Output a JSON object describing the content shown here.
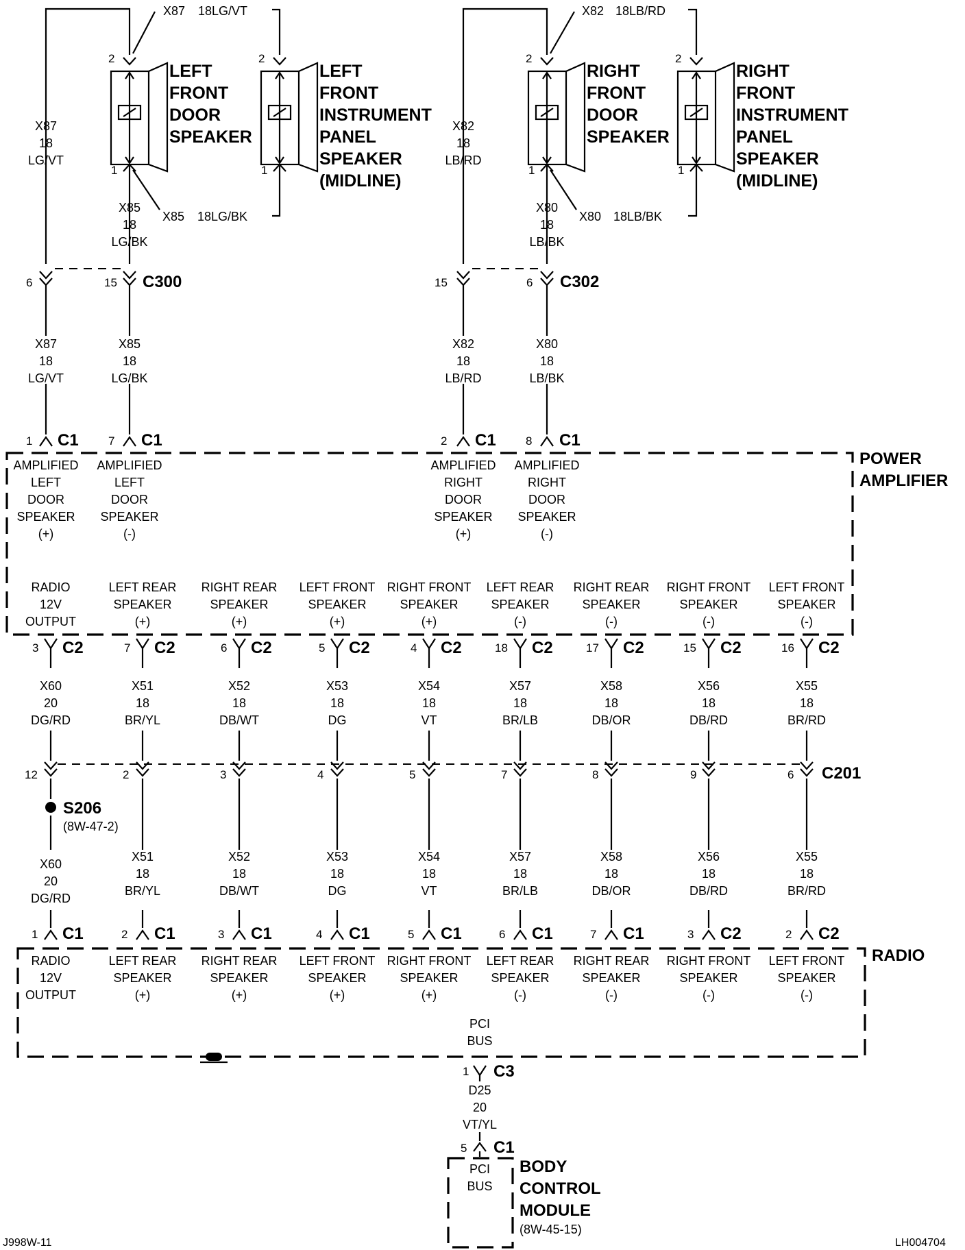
{
  "speakers": {
    "lf_door": [
      "LEFT",
      "FRONT",
      "DOOR",
      "SPEAKER"
    ],
    "lf_ip": [
      "LEFT",
      "FRONT",
      "INSTRUMENT",
      "PANEL",
      "SPEAKER",
      "(MIDLINE)"
    ],
    "rf_door": [
      "RIGHT",
      "FRONT",
      "DOOR",
      "SPEAKER"
    ],
    "rf_ip": [
      "RIGHT",
      "FRONT",
      "INSTRUMENT",
      "PANEL",
      "SPEAKER",
      "(MIDLINE)"
    ]
  },
  "pins_top": {
    "p2": "2",
    "p1": "1"
  },
  "top_callouts": {
    "x87": "X87",
    "x87_full": "18LG/VT",
    "x85": "X85",
    "x85_full": "18LG/BK",
    "x82": "X82",
    "x82_full": "18LB/RD",
    "x80": "X80",
    "x80_full": "18LB/BK"
  },
  "upper_wires": {
    "w1": [
      "X87",
      "18",
      "LG/VT"
    ],
    "w2": [
      "X85",
      "18",
      "LG/BK"
    ],
    "w3": [
      "X82",
      "18",
      "LB/RD"
    ],
    "w4": [
      "X80",
      "18",
      "LB/BK"
    ]
  },
  "mid_wires": {
    "w1": [
      "X87",
      "18",
      "LG/VT"
    ],
    "w2": [
      "X85",
      "18",
      "LG/BK"
    ],
    "w3": [
      "X82",
      "18",
      "LB/RD"
    ],
    "w4": [
      "X80",
      "18",
      "LB/BK"
    ]
  },
  "inline_connectors": {
    "c300": {
      "name": "C300",
      "pin_a": "6",
      "pin_b": "15"
    },
    "c302": {
      "name": "C302",
      "pin_a": "15",
      "pin_b": "6"
    }
  },
  "amp_top_pins": [
    {
      "pin": "1",
      "conn": "C1"
    },
    {
      "pin": "7",
      "conn": "C1"
    },
    {
      "pin": "2",
      "conn": "C1"
    },
    {
      "pin": "8",
      "conn": "C1"
    }
  ],
  "amplifier": {
    "title": [
      "POWER",
      "AMPLIFIER"
    ],
    "upper_labels": [
      [
        "AMPLIFIED",
        "LEFT",
        "DOOR",
        "SPEAKER",
        "(+)"
      ],
      [
        "AMPLIFIED",
        "LEFT",
        "DOOR",
        "SPEAKER",
        "(-)"
      ],
      [
        "AMPLIFIED",
        "RIGHT",
        "DOOR",
        "SPEAKER",
        "(+)"
      ],
      [
        "AMPLIFIED",
        "RIGHT",
        "DOOR",
        "SPEAKER",
        "(-)"
      ]
    ],
    "lower_labels": [
      [
        "RADIO",
        "12V",
        "OUTPUT"
      ],
      [
        "LEFT REAR",
        "SPEAKER",
        "(+)"
      ],
      [
        "RIGHT REAR",
        "SPEAKER",
        "(+)"
      ],
      [
        "LEFT FRONT",
        "SPEAKER",
        "(+)"
      ],
      [
        "RIGHT FRONT",
        "SPEAKER",
        "(+)"
      ],
      [
        "LEFT REAR",
        "SPEAKER",
        "(-)"
      ],
      [
        "RIGHT REAR",
        "SPEAKER",
        "(-)"
      ],
      [
        "RIGHT FRONT",
        "SPEAKER",
        "(-)"
      ],
      [
        "LEFT FRONT",
        "SPEAKER",
        "(-)"
      ]
    ]
  },
  "amp_bottom_pins": [
    {
      "pin": "3",
      "conn": "C2"
    },
    {
      "pin": "7",
      "conn": "C2"
    },
    {
      "pin": "6",
      "conn": "C2"
    },
    {
      "pin": "5",
      "conn": "C2"
    },
    {
      "pin": "4",
      "conn": "C2"
    },
    {
      "pin": "18",
      "conn": "C2"
    },
    {
      "pin": "17",
      "conn": "C2"
    },
    {
      "pin": "15",
      "conn": "C2"
    },
    {
      "pin": "16",
      "conn": "C2"
    }
  ],
  "lower_wires_upper": [
    [
      "X60",
      "20",
      "DG/RD"
    ],
    [
      "X51",
      "18",
      "BR/YL"
    ],
    [
      "X52",
      "18",
      "DB/WT"
    ],
    [
      "X53",
      "18",
      "DG"
    ],
    [
      "X54",
      "18",
      "VT"
    ],
    [
      "X57",
      "18",
      "BR/LB"
    ],
    [
      "X58",
      "18",
      "DB/OR"
    ],
    [
      "X56",
      "18",
      "DB/RD"
    ],
    [
      "X55",
      "18",
      "BR/RD"
    ]
  ],
  "c201": {
    "name": "C201",
    "pins": [
      "12",
      "2",
      "3",
      "4",
      "5",
      "7",
      "8",
      "9",
      "6"
    ]
  },
  "splice": {
    "name": "S206",
    "ref": "(8W-47-2)"
  },
  "lower_wires_lower": [
    [
      "X60",
      "20",
      "DG/RD"
    ],
    [
      "X51",
      "18",
      "BR/YL"
    ],
    [
      "X52",
      "18",
      "DB/WT"
    ],
    [
      "X53",
      "18",
      "DG"
    ],
    [
      "X54",
      "18",
      "VT"
    ],
    [
      "X57",
      "18",
      "BR/LB"
    ],
    [
      "X58",
      "18",
      "DB/OR"
    ],
    [
      "X56",
      "18",
      "DB/RD"
    ],
    [
      "X55",
      "18",
      "BR/RD"
    ]
  ],
  "radio_pins": [
    {
      "pin": "1",
      "conn": "C1"
    },
    {
      "pin": "2",
      "conn": "C1"
    },
    {
      "pin": "3",
      "conn": "C1"
    },
    {
      "pin": "4",
      "conn": "C1"
    },
    {
      "pin": "5",
      "conn": "C1"
    },
    {
      "pin": "6",
      "conn": "C1"
    },
    {
      "pin": "7",
      "conn": "C1"
    },
    {
      "pin": "3",
      "conn": "C2"
    },
    {
      "pin": "2",
      "conn": "C2"
    }
  ],
  "radio": {
    "title": "RADIO",
    "labels": [
      [
        "RADIO",
        "12V",
        "OUTPUT"
      ],
      [
        "LEFT REAR",
        "SPEAKER",
        "(+)"
      ],
      [
        "RIGHT REAR",
        "SPEAKER",
        "(+)"
      ],
      [
        "LEFT FRONT",
        "SPEAKER",
        "(+)"
      ],
      [
        "RIGHT FRONT",
        "SPEAKER",
        "(+)"
      ],
      [
        "LEFT REAR",
        "SPEAKER",
        "(-)"
      ],
      [
        "RIGHT REAR",
        "SPEAKER",
        "(-)"
      ],
      [
        "RIGHT FRONT",
        "SPEAKER",
        "(-)"
      ],
      [
        "LEFT FRONT",
        "SPEAKER",
        "(-)"
      ]
    ],
    "pci": [
      "PCI",
      "BUS"
    ]
  },
  "c3": {
    "pin": "1",
    "name": "C3"
  },
  "d25": [
    "D25",
    "20",
    "VT/YL"
  ],
  "bcm_pin": {
    "pin": "5",
    "conn": "C1"
  },
  "bcm": {
    "inner": [
      "PCI",
      "BUS"
    ],
    "title": [
      "BODY",
      "CONTROL",
      "MODULE"
    ],
    "ref": "(8W-45-15)"
  },
  "footer": {
    "left": "J998W-11",
    "right": "LH004704"
  }
}
